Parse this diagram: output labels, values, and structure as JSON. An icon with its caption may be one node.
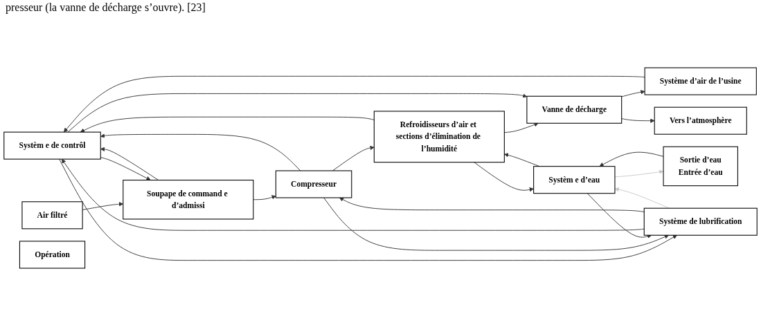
{
  "diagram": {
    "nodes": [
      {
        "text": [
          "Systèm e de contrôl"
        ]
      },
      {
        "text": [
          "Opération"
        ]
      },
      {
        "text": [
          "Air filtré"
        ]
      },
      {
        "text": [
          "Soupape de command e d’admissi"
        ]
      },
      {
        "text": [
          "Compresseur"
        ]
      },
      {
        "text": [
          "Refroidisseurs d’air et sections d’élimination de l’humidité"
        ]
      },
      {
        "text": [
          "Vanne de décharge"
        ]
      },
      {
        "text": [
          "Système d’air de l’usine"
        ]
      },
      {
        "text": [
          "Vers l’atmosphère"
        ]
      },
      {
        "text": [
          "Système de lubrification"
        ]
      },
      {
        "text": [
          "Systèm e d’eau"
        ]
      },
      {
        "text": [
          "Sortie d’eau",
          "Entrée d’eau"
        ]
      }
    ],
    "edges": [
      {
        "from": 2,
        "to": 3,
        "arrow": "to"
      },
      {
        "from": 3,
        "to": 4,
        "arrow": "to"
      },
      {
        "from": 3,
        "to": 0,
        "arrow": "to"
      },
      {
        "from": 4,
        "to": 0,
        "arrow": "to"
      },
      {
        "from": 4,
        "to": 5,
        "arrow": "to"
      },
      {
        "from": 5,
        "to": 0,
        "arrow": "to"
      },
      {
        "from": 5,
        "to": 6,
        "arrow": "to"
      },
      {
        "from": 0,
        "to": 6,
        "arrow": "to"
      },
      {
        "from": 7,
        "to": 0,
        "arrow": "to"
      },
      {
        "from": 0,
        "to": 3,
        "arrow": "to"
      },
      {
        "from": 0,
        "to": 9,
        "arrow": "to"
      },
      {
        "from": 9,
        "to": 0,
        "arrow": "to"
      },
      {
        "from": 6,
        "to": 7,
        "arrow": "to"
      },
      {
        "from": 6,
        "to": 8,
        "arrow": "to"
      },
      {
        "from": 9,
        "to": 4,
        "arrow": "to"
      },
      {
        "from": 4,
        "to": 9,
        "arrow": "to"
      },
      {
        "from": 10,
        "to": 5,
        "arrow": "to"
      },
      {
        "from": 5,
        "to": 10,
        "arrow": "to"
      },
      {
        "from": 9,
        "to": 10,
        "arrow": "to",
        "color": "#c8c8c8"
      },
      {
        "from": 10,
        "to": 11,
        "arrow": "to",
        "color": "#c8c8c8"
      },
      {
        "from": 11,
        "to": 10,
        "arrow": "to"
      },
      {
        "from": 10,
        "to": 9,
        "arrow": "to"
      }
    ],
    "labels": [
      "presseur (la vanne de décharge s’ouvre). [23]"
    ]
  }
}
